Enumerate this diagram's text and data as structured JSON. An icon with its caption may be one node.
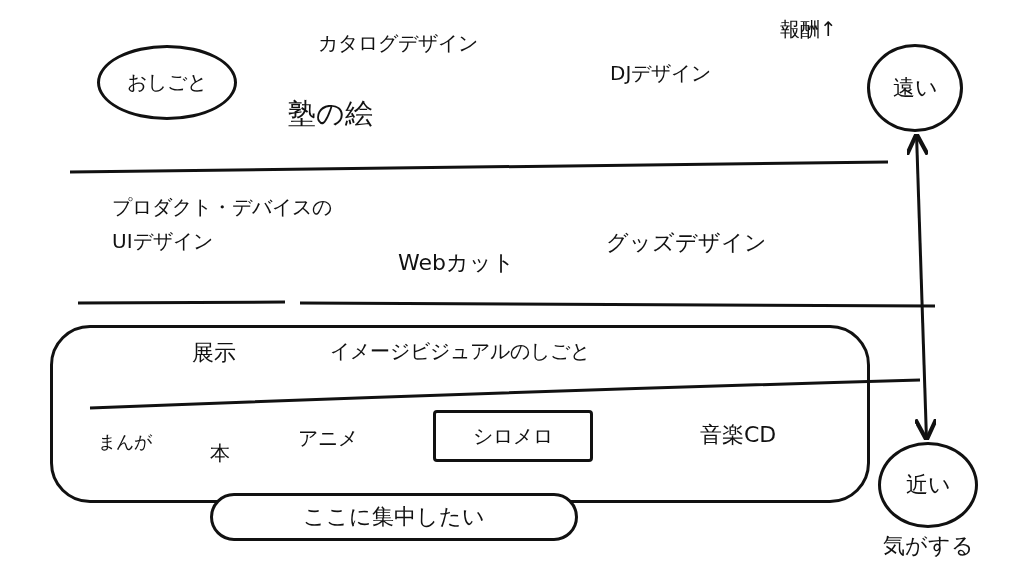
{
  "diagram": {
    "nodes": [
      {
        "text": [
          "おしごと"
        ]
      },
      {
        "text": [
          "遠い"
        ]
      },
      {
        "text": [],
        "shape": "box"
      },
      {
        "text": [
          "ここに集中したい"
        ]
      },
      {
        "text": [
          "シロメロ"
        ],
        "in": 2
      },
      {
        "text": [
          "近い"
        ],
        "beside": [
          "気がする"
        ]
      }
    ],
    "edges": [
      {
        "from": 1,
        "to": 5,
        "arrow": "both"
      }
    ],
    "labels": [
      "カタログデザイン",
      "報酬↑",
      "DJデザイン",
      "塾の絵",
      "プロダクト・デバイスのUIデザイン",
      "Webカット",
      "グッズデザイン",
      "展示",
      "イメージビジュアルのしごと",
      "まんが",
      "本",
      "アニメ",
      "音楽CD"
    ]
  }
}
